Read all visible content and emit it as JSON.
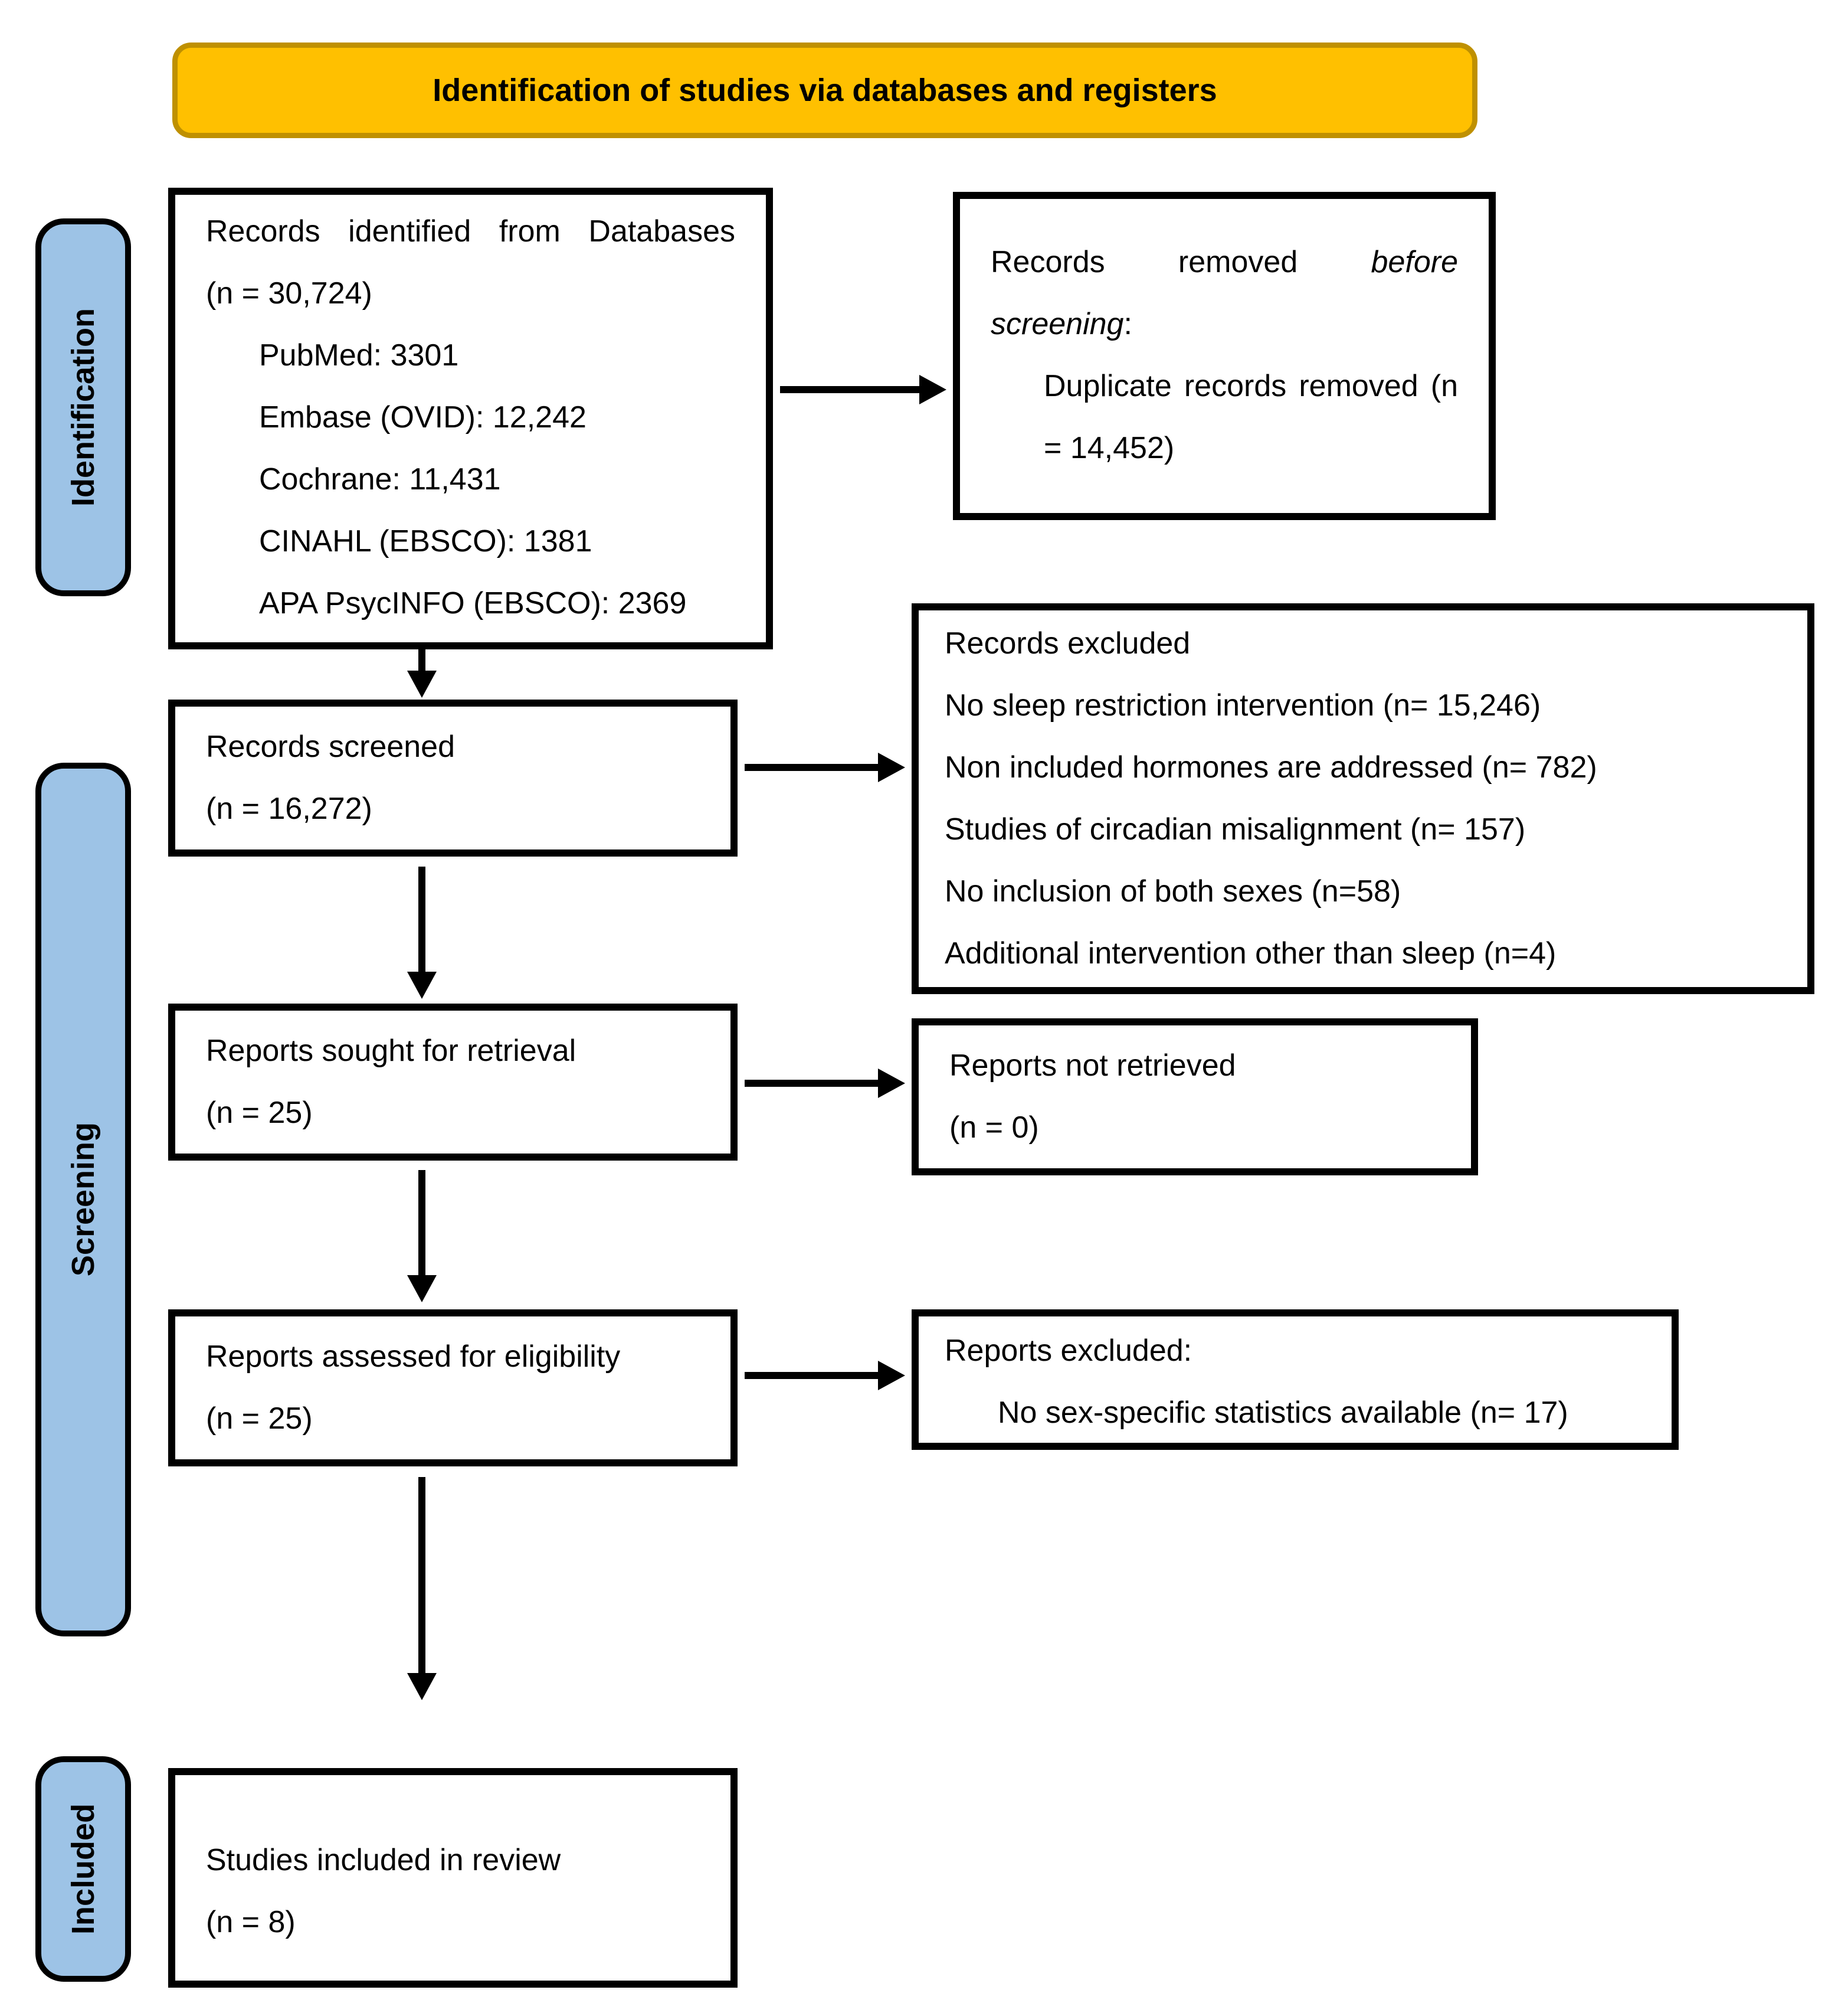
{
  "banner": {
    "title": "Identification of studies via databases and registers"
  },
  "sidebar": {
    "identification": "Identification",
    "screening": "Screening",
    "included": "Included"
  },
  "boxes": {
    "identified": {
      "title": "Records identified from Databases",
      "count": "(n = 30,724)",
      "sources": [
        "PubMed: 3301",
        "Embase (OVID): 12,242",
        "Cochrane: 11,431",
        "CINAHL (EBSCO): 1381",
        "APA PsycINFO (EBSCO): 2369"
      ]
    },
    "removed": {
      "prefix": "Records removed ",
      "italic": "before screening",
      "suffix": ":",
      "detail": "Duplicate records removed",
      "count": "(n = 14,452)"
    },
    "screened": {
      "title": "Records screened",
      "count": "(n = 16,272)"
    },
    "records_excluded": {
      "title": "Records excluded",
      "reasons": [
        "No sleep restriction intervention (n= 15,246)",
        "Non included hormones are addressed (n= 782)",
        "Studies of circadian misalignment (n= 157)",
        "No inclusion of both sexes (n=58)",
        "Additional intervention other than sleep (n=4)"
      ]
    },
    "sought": {
      "title": "Reports sought for retrieval",
      "count": "(n = 25)"
    },
    "not_retrieved": {
      "title": "Reports not retrieved",
      "count": "(n = 0)"
    },
    "assessed": {
      "title": "Reports assessed for eligibility",
      "count": "(n = 25)"
    },
    "reports_excluded": {
      "title": "Reports excluded:",
      "reason": "No sex-specific statistics available (n= 17)"
    },
    "included_studies": {
      "title": "Studies included in review",
      "count": "(n = 8)"
    }
  },
  "colors": {
    "banner_fill": "#FFC000",
    "banner_border": "#BF9000",
    "sidebar_fill": "#9DC3E6",
    "box_border": "#000000",
    "arrow": "#000000"
  }
}
